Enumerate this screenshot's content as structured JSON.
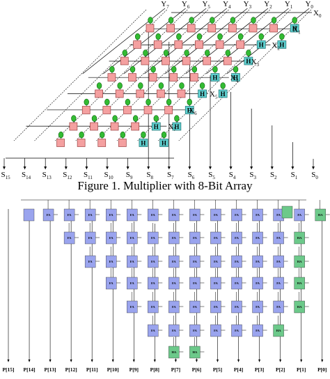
{
  "figure1": {
    "caption": "Figure 1. Multiplier with 8-Bit Array",
    "y_labels": [
      {
        "name": "Y",
        "sub": "7"
      },
      {
        "name": "Y",
        "sub": "6"
      },
      {
        "name": "Y",
        "sub": "5"
      },
      {
        "name": "Y",
        "sub": "4"
      },
      {
        "name": "Y",
        "sub": "3"
      },
      {
        "name": "Y",
        "sub": "2"
      },
      {
        "name": "Y",
        "sub": "1"
      },
      {
        "name": "Y",
        "sub": "0"
      }
    ],
    "x_labels": [
      {
        "name": "X",
        "sub": "0"
      },
      {
        "name": "X",
        "sub": "1"
      },
      {
        "name": "X",
        "sub": "2"
      },
      {
        "name": "X",
        "sub": "3"
      },
      {
        "name": "X",
        "sub": "4"
      },
      {
        "name": "X",
        "sub": "5"
      },
      {
        "name": "X",
        "sub": "6"
      },
      {
        "name": "X",
        "sub": "7"
      }
    ],
    "s_labels": [
      {
        "name": "S",
        "sub": "15"
      },
      {
        "name": "S",
        "sub": "14"
      },
      {
        "name": "S",
        "sub": "13"
      },
      {
        "name": "S",
        "sub": "12"
      },
      {
        "name": "S",
        "sub": "11"
      },
      {
        "name": "S",
        "sub": "10"
      },
      {
        "name": "S",
        "sub": "9"
      },
      {
        "name": "S",
        "sub": "8"
      },
      {
        "name": "S",
        "sub": "7"
      },
      {
        "name": "S",
        "sub": "6"
      },
      {
        "name": "S",
        "sub": "5"
      },
      {
        "name": "S",
        "sub": "4"
      },
      {
        "name": "S",
        "sub": "3"
      },
      {
        "name": "S",
        "sub": "2"
      },
      {
        "name": "S",
        "sub": "1"
      },
      {
        "name": "S",
        "sub": "0"
      }
    ],
    "half_adder_label": "H",
    "colors": {
      "full_adder": "#f4a0a0",
      "half_adder": "#5fd0d0",
      "and_gate": "#33bb33",
      "line": "#000000"
    }
  },
  "figure2": {
    "p_labels": [
      "P[15]",
      "P[14]",
      "P[13]",
      "P[12]",
      "P[11]",
      "P[10]",
      "P[9]",
      "P[8]",
      "P[7]",
      "P[6]",
      "P[5]",
      "P[4]",
      "P[3]",
      "P[2]",
      "P[1]",
      "P[0]"
    ],
    "full_adder_label": "FA",
    "half_adder_label": "HA",
    "colors": {
      "full_adder": "#9aa4ee",
      "half_adder": "#6cc98a",
      "line": "#000000"
    }
  }
}
